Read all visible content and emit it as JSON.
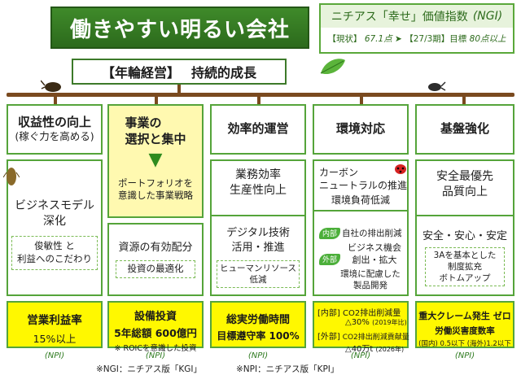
{
  "title": "働きやすい明るい会社",
  "ngi": {
    "heading": "ニチアス「幸せ」価値指数",
    "abbr": "(NGI)",
    "current_label": "【現状】",
    "current_value": "67.1点",
    "arrow": "➤",
    "target_label": "【27/3期】目標",
    "target_value": "80点以上"
  },
  "trunk": {
    "left": "【年輪経営】",
    "right": "持続的成長"
  },
  "columns": [
    {
      "head": "収益性の向上",
      "head_sub": "(稼ぐ力を高める)",
      "mid_title": "ビジネスモデル\n深化",
      "mid_detail": "俊敏性 と\n利益へのこだわり",
      "kpi_title": "営業利益率",
      "kpi_value": "15%以上",
      "npi": "(NPI)"
    },
    {
      "head": "事業の\n選択と集中",
      "head_sub": "ポートフォリオを\n意識した事業戦略",
      "arrow": "▼",
      "mid_title": "資源の有効配分",
      "mid_detail": "投資の最適化",
      "kpi_title": "設備投資",
      "kpi_value": "5年総額 600億円",
      "kpi_note": "※ ROICを意識した投資",
      "npi": "(NPI)"
    },
    {
      "head": "効率的運営",
      "mid_title": "業務効率\n生産性向上",
      "mid2_title": "デジタル技術\n活用・推進",
      "mid_detail": "ヒューマンリソース\n低減",
      "kpi_title": "総実労働時間",
      "kpi_value": "目標遵守率 100%",
      "npi": "(NPI)"
    },
    {
      "head": "環境対応",
      "mid_title": "カーボン\nニュートラルの推進",
      "mid_sub": "環境負荷低減",
      "inner_label": "内部",
      "inner_text": "自社の排出削減",
      "outer_label": "外部",
      "outer_text": "ビジネス機会\n創出・拡大",
      "outer_sub": "環境に配慮した\n製品開発",
      "kpi1_tag": "[内部]",
      "kpi1_text": "CO2排出削減量",
      "kpi1_value": "△30%",
      "kpi1_note": "(2019年比)",
      "kpi2_tag": "[外部]",
      "kpi2_text": "CO2排出削減貢献量",
      "kpi2_value": "△40万t",
      "kpi2_note": "(2026年)",
      "npi": "(NPI)"
    },
    {
      "head": "基盤強化",
      "mid_title": "安全最優先\n品質向上",
      "mid2_title": "安全・安心・安定",
      "mid_detail": "3Aを基本とした\n制度拡充\nボトムアップ",
      "kpi_title": "重大クレーム発生 ゼロ",
      "kpi_title2": "労働災害度数率",
      "kpi_value": "(国内) 0.5以下 (海外)1.2以下",
      "npi": "(NPI)"
    }
  ],
  "footer": {
    "ngi_note": "※NGI：ニチアス版「KGI」",
    "npi_note": "※NPI：ニチアス版「KPI」"
  }
}
